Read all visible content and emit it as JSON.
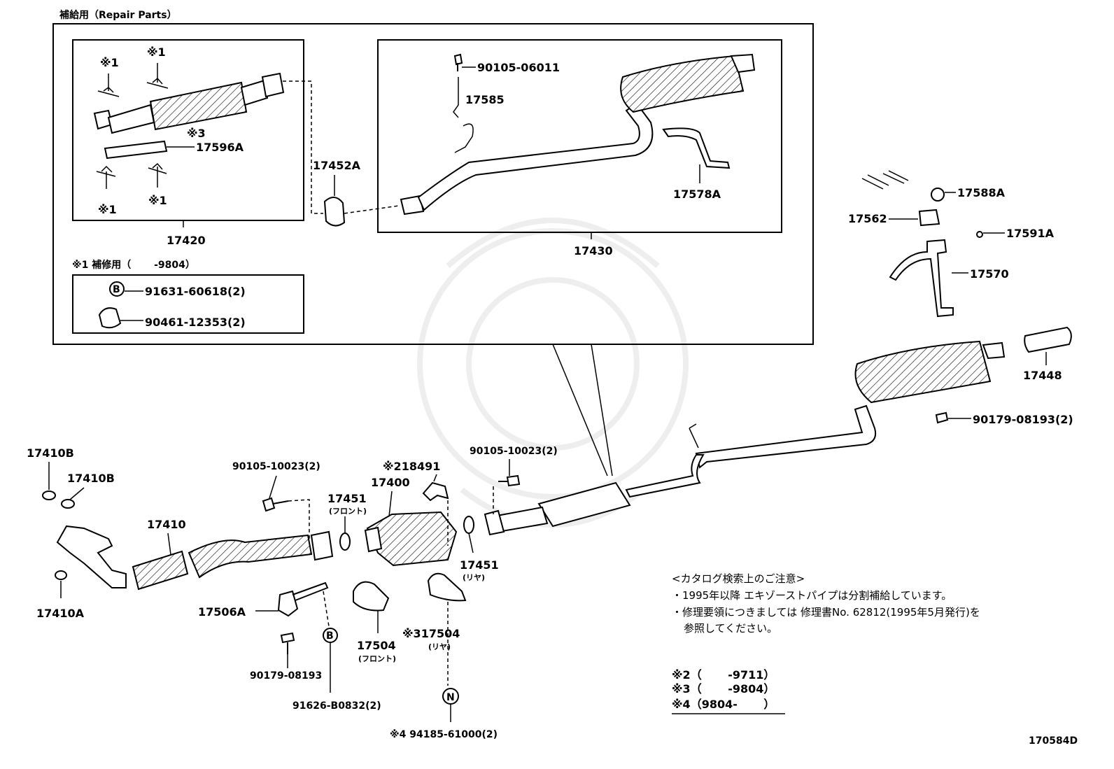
{
  "header": {
    "repair_parts_title": "補給用（Repair Parts）"
  },
  "kit_17420": {
    "asterisk1_a": "※1",
    "asterisk1_b": "※1",
    "asterisk1_c": "※1",
    "asterisk1_d": "※1",
    "asterisk3": "※3",
    "part_17596a": "17596A",
    "number": "17420"
  },
  "part_17452a": "17452A",
  "kit_17430": {
    "part_90105_06011": "90105-06011",
    "part_17585": "17585",
    "part_17578a": "17578A",
    "number": "17430"
  },
  "repair_note": {
    "title": "※1 補修用（　　 -9804）",
    "part_91631": "91631-60618(2)",
    "part_90461": "90461-12353(2)",
    "badge_b": "B"
  },
  "right_parts": {
    "p17588a": "17588A",
    "p17562": "17562",
    "p17591a": "17591A",
    "p17570": "17570",
    "p17448": "17448",
    "p90179_08193_2": "90179-08193(2)"
  },
  "main_parts": {
    "p17410b_1": "17410B",
    "p17410b_2": "17410B",
    "p17410": "17410",
    "p17410a": "17410A",
    "p90105_10023_left": "90105-10023(2)",
    "p17451_front": "17451",
    "front_label": "(フロント)",
    "p17400": "17400",
    "p18491": "※218491",
    "p90105_10023_right": "90105-10023(2)",
    "p17451_rear": "17451",
    "rear_label": "(リヤ)",
    "p17506a": "17506A",
    "p17504_front": "17504",
    "front_label2": "(フロント)",
    "p17504_rear": "※317504",
    "rear_label2": "(リヤ)",
    "p90179_08193": "90179-08193",
    "p91626": "91626-B0832(2)",
    "p94185": "※4 94185-61000(2)",
    "badge_b2": "B",
    "badge_n": "N"
  },
  "catalog_notes": {
    "heading": "<カタログ検索上のご注意>",
    "line1": "・1995年以降 エキゾーストパイプは分割補給しています。",
    "line2": "・修理要領につきましては 修理書No. 62812(1995年5月発行)を",
    "line3": "参照してください。"
  },
  "footnotes": {
    "n2": "※2（　　 -9711）",
    "n3": "※3（　　 -9804）",
    "n4": "※4（9804-　　 ）"
  },
  "diagram_id": "170584D"
}
